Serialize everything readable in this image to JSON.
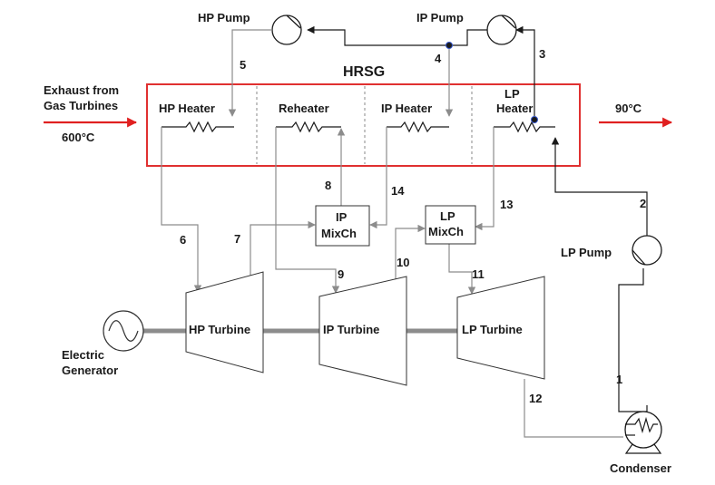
{
  "labels": {
    "hp_pump": "HP Pump",
    "ip_pump": "IP Pump",
    "hrsg": "HRSG",
    "exhaust_line1": "Exhaust from",
    "exhaust_line2": "Gas Turbines",
    "temp_in": "600°C",
    "temp_out": "90°C",
    "hp_heater": "HP Heater",
    "reheater": "Reheater",
    "ip_heater": "IP Heater",
    "lp_heater_line1": "LP",
    "lp_heater_line2": "Heater",
    "ip_mixch_line1": "IP",
    "ip_mixch_line2": "MixCh",
    "lp_mixch_line1": "LP",
    "lp_mixch_line2": "MixCh",
    "lp_pump": "LP Pump",
    "hp_turbine": "HP Turbine",
    "ip_turbine": "IP Turbine",
    "lp_turbine": "LP Turbine",
    "generator_line1": "Electric",
    "generator_line2": "Generator",
    "condenser": "Condenser"
  },
  "streams": [
    "1",
    "2",
    "3",
    "4",
    "5",
    "6",
    "7",
    "8",
    "9",
    "10",
    "11",
    "12",
    "13",
    "14"
  ],
  "colors": {
    "hrsg_border": "#e03030",
    "exhaust_arrow": "#e02020",
    "grey_line": "#8c8c8c",
    "black_line": "#1a1a1a"
  },
  "icons": {
    "generator": "sine-wave-circle",
    "condenser": "coil-circle",
    "pump": "circle-pump",
    "heater": "zigzag-resistor"
  }
}
